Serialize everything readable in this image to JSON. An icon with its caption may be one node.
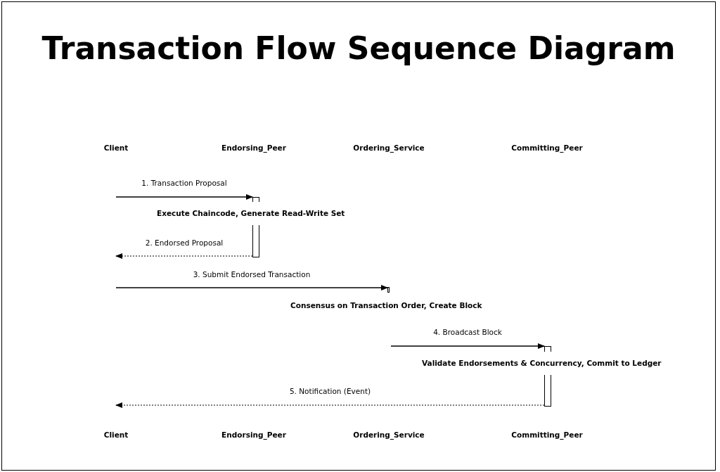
{
  "diagram": {
    "title": "Transaction Flow Sequence Diagram",
    "nodes": [
      {
        "text": [
          "Client"
        ]
      },
      {
        "text": [
          "Endorsing_Peer"
        ]
      },
      {
        "text": [
          "Ordering_Service"
        ]
      },
      {
        "text": [
          "Committing_Peer"
        ]
      },
      {
        "text": [],
        "shape": "bar"
      },
      {
        "text": [],
        "shape": "bar"
      },
      {
        "text": [],
        "shape": "bar"
      },
      {
        "text": [
          "Client"
        ]
      },
      {
        "text": [
          "Endorsing_Peer"
        ]
      },
      {
        "text": [
          "Ordering_Service"
        ]
      },
      {
        "text": [
          "Committing_Peer"
        ]
      }
    ],
    "edges": [
      {
        "from": null,
        "to": 4,
        "arrow": "to",
        "label": "1. Transaction Proposal"
      },
      {
        "from": 4,
        "to": null,
        "arrow": "to",
        "label": "2. Endorsed Proposal",
        "style": "dashed"
      },
      {
        "from": null,
        "to": 5,
        "arrow": "to",
        "label": "3. Submit Endorsed Transaction"
      },
      {
        "from": null,
        "to": 6,
        "arrow": "to",
        "label": "4. Broadcast Block"
      },
      {
        "from": 6,
        "to": null,
        "arrow": "to",
        "label": "5. Notification (Event)",
        "style": "dashed"
      }
    ],
    "labels": [
      "Execute Chaincode, Generate Read-Write Set",
      "Consensus on Transaction Order, Create Block",
      "Validate Endorsements & Concurrency, Commit to Ledger"
    ]
  }
}
